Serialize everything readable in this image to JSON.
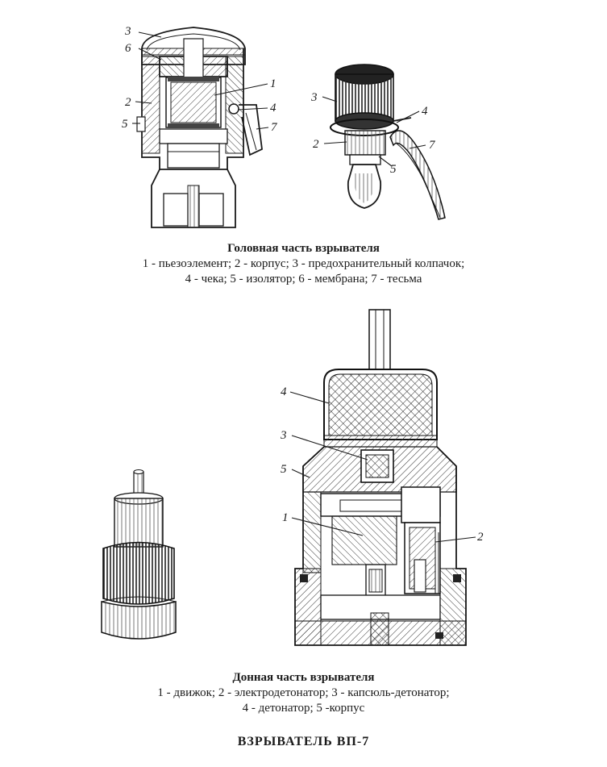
{
  "top_section": {
    "title": "Головная часть взрывателя",
    "legend_line1": "1 - пьезоэлемент;  2 - корпус;  3 - предохранительный колпачок;",
    "legend_line2": "4 - чека;  5 - изолятор; 6 - мембрана;  7 - тесьма",
    "left_labels": [
      "3",
      "6",
      "1",
      "2",
      "4",
      "5",
      "7"
    ],
    "right_labels": [
      "3",
      "4",
      "2",
      "7",
      "5"
    ]
  },
  "bottom_section": {
    "title": "Донная часть взрывателя",
    "legend_line1": "1 - движок;  2 - электродетонатор;  3 - капсюль-детонатор;",
    "legend_line2": "4 - детонатор;  5 -корпус",
    "labels": [
      "4",
      "3",
      "5",
      "1",
      "2"
    ]
  },
  "main_title": "ВЗРЫВАТЕЛЬ  ВП-7"
}
